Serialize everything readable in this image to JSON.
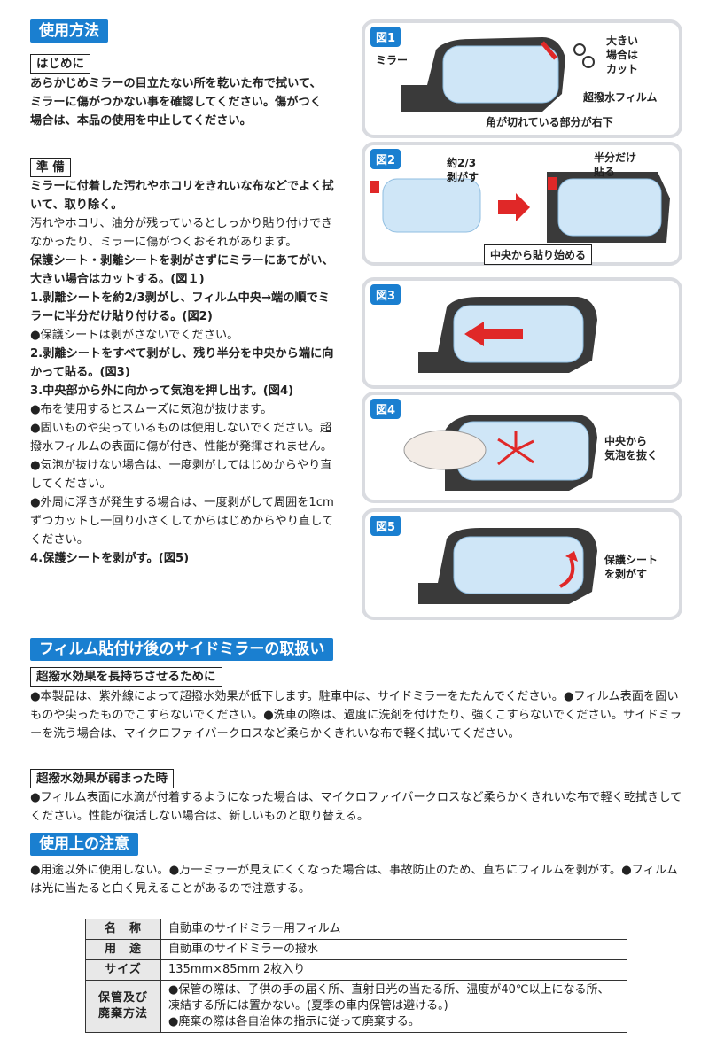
{
  "usage": {
    "heading": "使用方法",
    "intro_sub": "はじめに",
    "intro_text": "あらかじめミラーの目立たない所を乾いた布で拭いて、ミラーに傷がつかない事を確認してください。傷がつく場合は、本品の使用を中止してください。",
    "prep_sub": "準 備",
    "prep_line1": "ミラーに付着した汚れやホコリをきれいな布などでよく拭いて、取り除く。",
    "prep_line2": "汚れやホコリ、油分が残っているとしっかり貼り付けできなかったり、ミラーに傷がつくおそれがあります。",
    "prep_line3": "保護シート・剥離シートを剥がさずにミラーにあてがい、大きい場合はカットする。(図１)",
    "step1": "1.剥離シートを約2/3剥がし、フィルム中央→端の順でミラーに半分だけ貼り付ける。(図2)",
    "note1": "●保護シートは剥がさないでください。",
    "step2": "2.剥離シートをすべて剥がし、残り半分を中央から端に向かって貼る。(図3)",
    "step3": "3.中央部から外に向かって気泡を押し出す。(図4)",
    "note2": "●布を使用するとスムーズに気泡が抜けます。",
    "note3": "●固いものや尖っているものは使用しないでください。超撥水フィルムの表面に傷が付き、性能が発揮されません。",
    "note4": "●気泡が抜けない場合は、一度剥がしてはじめからやり直してください。",
    "note5": "●外周に浮きが発生する場合は、一度剥がして周囲を1cmずつカットし一回り小さくしてからはじめからやり直してください。",
    "step4": "4.保護シートを剥がす。(図5)"
  },
  "figures": {
    "fig1": {
      "tag": "図1",
      "mirror": "ミラー",
      "cut": "大きい\n場合は\nカット",
      "film": "超撥水フィルム",
      "corner": "角が切れている部分が右下"
    },
    "fig2": {
      "tag": "図2",
      "peel": "約2/3\n剥がす",
      "half": "半分だけ\n貼る",
      "center": "中央から貼り始める"
    },
    "fig3": {
      "tag": "図3"
    },
    "fig4": {
      "tag": "図4",
      "bubbles": "中央から\n気泡を抜く"
    },
    "fig5": {
      "tag": "図5",
      "protect": "保護シート\nを剥がす"
    }
  },
  "after": {
    "heading": "フィルム貼付け後のサイドミラーの取扱い",
    "sub1": "超撥水効果を長持ちさせるために",
    "text1": "●本製品は、紫外線によって超撥水効果が低下します。駐車中は、サイドミラーをたたんでください。●フィルム表面を固いものや尖ったものでこすらないでください。●洗車の際は、過度に洗剤を付けたり、強くこすらないでください。サイドミラーを洗う場合は、マイクロファイバークロスなど柔らかくきれいな布で軽く拭いてください。",
    "sub2": "超撥水効果が弱まった時",
    "text2": "●フィルム表面に水滴が付着するようになった場合は、マイクロファイバークロスなど柔らかくきれいな布で軽く乾拭きしてください。性能が復活しない場合は、新しいものと取り替える。"
  },
  "caution": {
    "heading": "使用上の注意",
    "text": "●用途以外に使用しない。●万一ミラーが見えにくくなった場合は、事故防止のため、直ちにフィルムを剥がす。●フィルムは光に当たると白く見えることがあるので注意する。"
  },
  "spec": {
    "name_k": "名　称",
    "name_v": "自動車のサイドミラー用フィルム",
    "use_k": "用　途",
    "use_v": "自動車のサイドミラーの撥水",
    "size_k": "サイズ",
    "size_v": "135mm×85mm 2枚入り",
    "store_k": "保管及び\n廃棄方法",
    "store_v1": "●保管の際は、子供の手の届く所、直射日光の当たる所、温度が40℃以上になる所、凍結する所には置かない。(夏季の車内保管は避ける。)",
    "store_v2": "●廃棄の際は各自治体の指示に従って廃棄する。"
  },
  "colors": {
    "accent": "#1a7fd0",
    "panel_border": "#d9dbe0",
    "arrow_red": "#e02828"
  }
}
